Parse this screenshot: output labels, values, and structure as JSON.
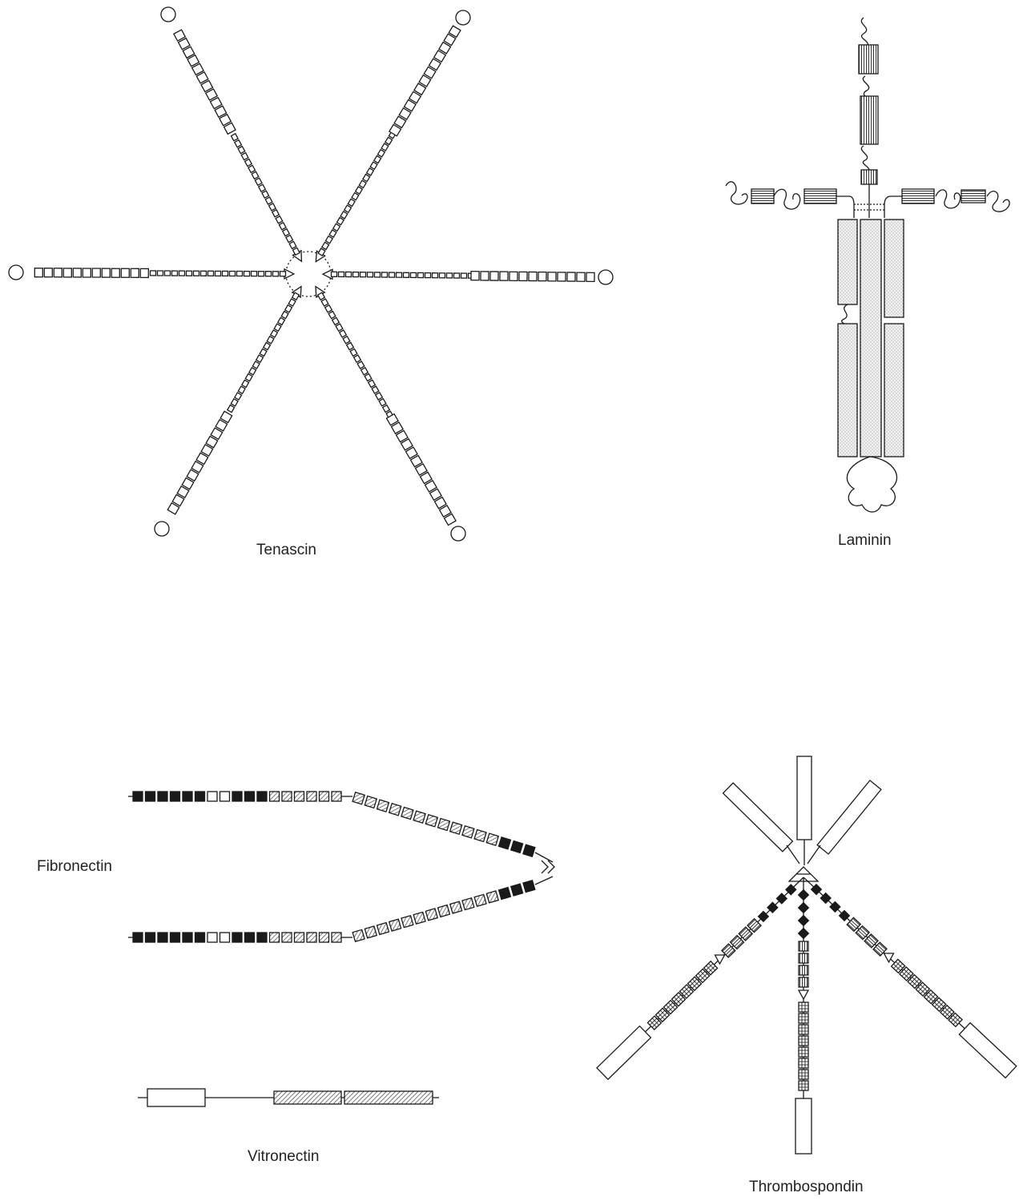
{
  "labels": {
    "tenascin": "Tenascin",
    "laminin": "Laminin",
    "fibronectin": "Fibronectin",
    "vitronectin": "Vitronectin",
    "thrombospondin": "Thrombospondin"
  },
  "colors": {
    "ink": "#1a1a1a",
    "stipple": "#e8e8e8",
    "hatch": "#555555"
  }
}
